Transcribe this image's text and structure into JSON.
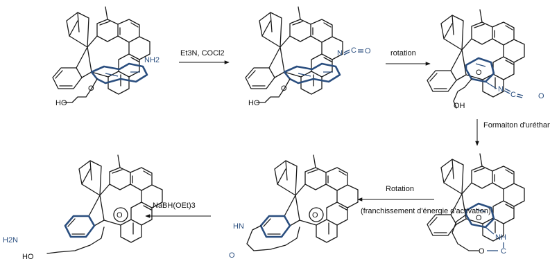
{
  "reagents": {
    "step1": "Et3N, COCl2",
    "step2": "rotation",
    "step3": "Formaiton d'uréthane",
    "step4": "Rotation",
    "step4_note": "(franchissement d'énergie d'activation)",
    "step5": "NaBH(OEt)3"
  },
  "atom_labels": {
    "amine": "NH2",
    "isocyanate_N": "N",
    "isocyanate_C": "C",
    "isocyanate_O": "O",
    "ether_O": "O",
    "hydroxyl": "HO",
    "hydroxyl_alt": "OH",
    "urethane_NH": "NH",
    "urethane_HN": "HN",
    "amine_product": "H2N"
  },
  "colors": {
    "highlight": "#2a4e7f",
    "bond": "#1a1a1a"
  }
}
